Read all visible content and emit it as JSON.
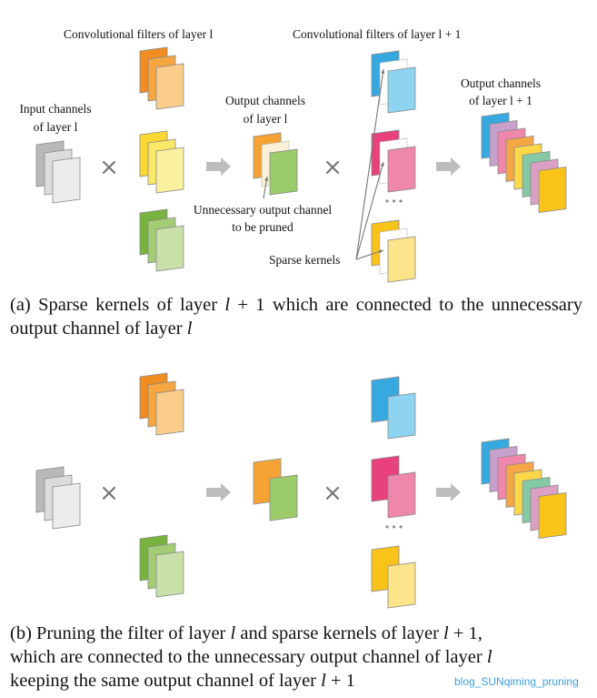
{
  "panel_a": {
    "labels": {
      "conv_filters_l": "Convolutional filters of layer l",
      "conv_filters_l1": "Convolutional filters of layer l + 1",
      "input_channels_1": "Input channels",
      "input_channels_2": "of layer l",
      "output_channels_l_1": "Output channels",
      "output_channels_l_2": "of layer l",
      "output_channels_l1_1": "Output channels",
      "output_channels_l1_2": "of layer l + 1",
      "unnecessary_1": "Unnecessary output channel",
      "unnecessary_2": "to be pruned",
      "sparse_kernels": "Sparse kernels"
    },
    "caption_prefix": "(a) Sparse kernels of layer ",
    "caption_var": "l",
    "caption_mid": " + 1 which are connected to the unnecessary output channel of layer ",
    "caption_var2": "l"
  },
  "panel_b": {
    "caption_line1_a": "(b) Pruning the filter of layer ",
    "caption_var": "l",
    "caption_line1_b": " and sparse kernels of layer ",
    "caption_var2": "l",
    "caption_line1_c": " + 1,",
    "caption_line2_a": "which are connected to the unnecessary output channel of layer ",
    "caption_var3": "l",
    "caption_line3_a": "keeping the same output channel of layer ",
    "caption_var4": "l",
    "caption_line3_b": " + 1"
  },
  "symbols": {
    "times": "×",
    "ellipsis": "•••"
  },
  "watermark": "blog_SUNqiming_pruning",
  "colors": {
    "input": [
      "#b9b9b9",
      "#dcdcdc",
      "#ececec"
    ],
    "filter_orange": [
      "#ef8c22",
      "#f5a640",
      "#fbcd8a"
    ],
    "filter_yellow": [
      "#fbd831",
      "#fbe868",
      "#faf19e"
    ],
    "filter_green": [
      "#78b340",
      "#a4cc74",
      "#c9e0aa"
    ],
    "out_l": [
      "#f5a335",
      "#fbf0d7",
      "#9ccb6a"
    ],
    "kernel_blue": [
      "#35a9e0",
      "#ffffff",
      "#8ed3f2"
    ],
    "kernel_pink": [
      "#e8417e",
      "#ffffff",
      "#ef86ab"
    ],
    "kernel_yellow": [
      "#f9c31a",
      "#ffffff",
      "#fde48a"
    ],
    "out_l1": [
      "#35a9e0",
      "#c7a1cc",
      "#ef86ab",
      "#f5a645",
      "#fdd94a",
      "#83c9a4",
      "#dba0c4",
      "#f9c31a"
    ],
    "arrow": "#bdbdbd",
    "watermark": "#3aa0e0"
  }
}
